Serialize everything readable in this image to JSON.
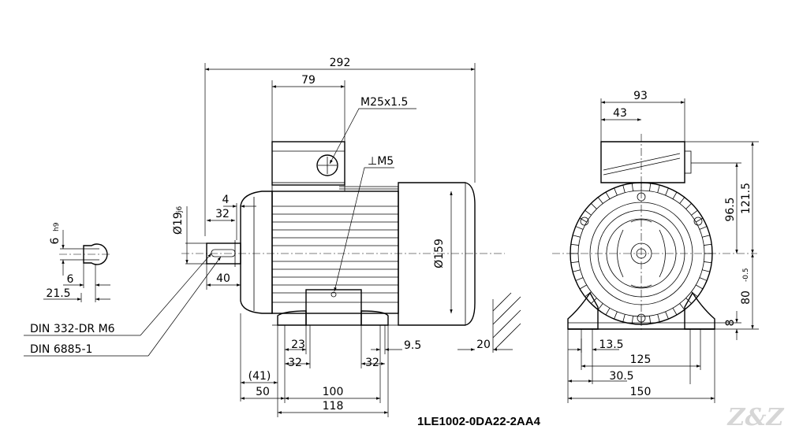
{
  "part_number": "1LE1002-0DA22-2AA4",
  "logo_text": "Z&Z",
  "side_view": {
    "overall_length": "292",
    "terminal_box_width": "79",
    "cable_thread": "M25x1.5",
    "thread_depth": "⊥M5",
    "body_diameter": "Ø159",
    "shaft_diameter": "Ø19",
    "shaft_tolerance": "j6",
    "shoulder": "4",
    "shaft_length": "32",
    "key_length": "40",
    "foot_23": "23",
    "foot_32_left": "32",
    "foot_32_right": "32",
    "foot_9_5": "9.5",
    "clearance_20": "20",
    "dim_41": "(41)",
    "dim_50": "50",
    "dim_100": "100",
    "dim_118": "118",
    "din_center": "DIN 332-DR M6",
    "din_key": "DIN 6885-1"
  },
  "key_detail": {
    "key_width": "6",
    "key_tolerance": "h9",
    "key_depth": "6",
    "key_height": "21.5"
  },
  "end_view": {
    "width_93": "93",
    "width_43": "43",
    "height_96_5": "96.5",
    "height_121_5": "121.5",
    "shaft_height": "80",
    "shaft_height_tol": "-0.5",
    "foot_thickness": "8",
    "dim_13_5": "13.5",
    "dim_125": "125",
    "dim_30_5": "30.5",
    "dim_150": "150"
  }
}
